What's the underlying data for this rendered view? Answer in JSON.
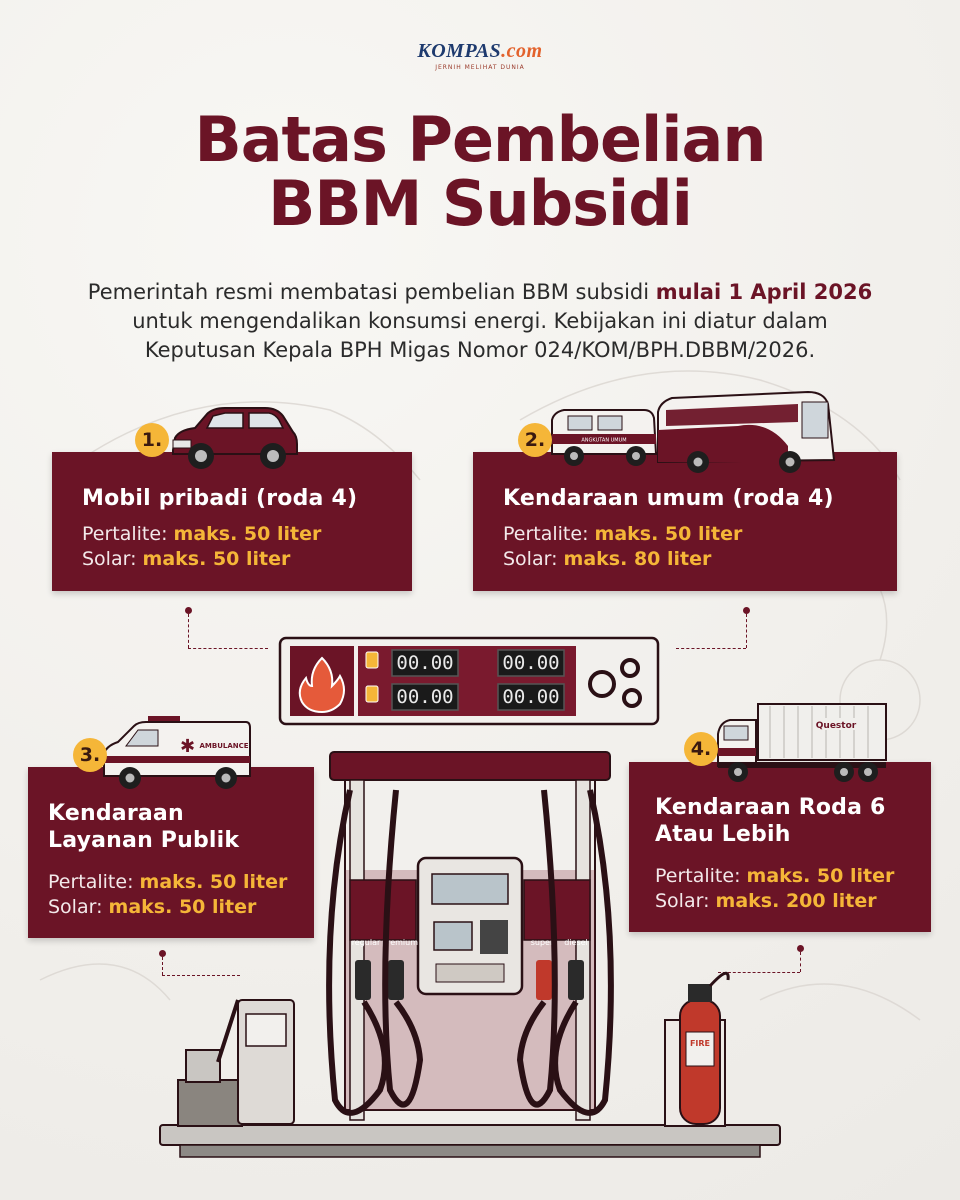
{
  "logo": {
    "brand": "KOMPAS",
    "suffix": ".com",
    "tagline": "JERNIH MELIHAT DUNIA"
  },
  "title": {
    "line1": "Batas Pembelian",
    "line2": "BBM Subsidi"
  },
  "intro": {
    "text_before": "Pemerintah resmi membatasi pembelian BBM subsidi ",
    "highlight": "mulai 1 April 2026",
    "line2": "untuk mengendalikan konsumsi energi. Kebijakan ini diatur dalam",
    "line3": "Keputusan Kepala BPH Migas Nomor 024/KOM/BPH.DBBM/2026."
  },
  "cards": [
    {
      "number": "1.",
      "title_l1": "Mobil pribadi (roda 4)",
      "title_l2": "",
      "pertalite_label": "Pertalite:",
      "pertalite_value": "maks. 50 liter",
      "solar_label": "Solar:",
      "solar_value": "maks. 50 liter",
      "icon": "suv-car-icon"
    },
    {
      "number": "2.",
      "title_l1": "Kendaraan umum (roda 4)",
      "title_l2": "",
      "pertalite_label": "Pertalite:",
      "pertalite_value": "maks. 50 liter",
      "solar_label": "Solar:",
      "solar_value": "maks. 80 liter",
      "icon": "bus-and-van-icon"
    },
    {
      "number": "3.",
      "title_l1": "Kendaraan",
      "title_l2": "Layanan Publik",
      "pertalite_label": "Pertalite:",
      "pertalite_value": "maks. 50 liter",
      "solar_label": "Solar:",
      "solar_value": "maks. 50 liter",
      "icon": "ambulance-icon"
    },
    {
      "number": "4.",
      "title_l1": "Kendaraan Roda 6",
      "title_l2": "Atau Lebih",
      "pertalite_label": "Pertalite:",
      "pertalite_value": "maks. 50 liter",
      "solar_label": "Solar:",
      "solar_value": "maks. 200 liter",
      "icon": "truck-icon"
    }
  ],
  "illustration": {
    "van_label": "ANGKUTAN UMUM",
    "ambulance_label": "AMBULANCE",
    "truck_label": "Questor",
    "pump_displays": [
      "00.00",
      "00.00",
      "00.00",
      "00.00"
    ],
    "nozzle_labels": [
      "regular",
      "premium",
      "super",
      "diesel"
    ],
    "extinguisher_label": "FIRE"
  },
  "colors": {
    "maroon": "#6b1426",
    "accent": "#f5b638",
    "background": "#f3f1ee",
    "text": "#2b2b2b"
  }
}
